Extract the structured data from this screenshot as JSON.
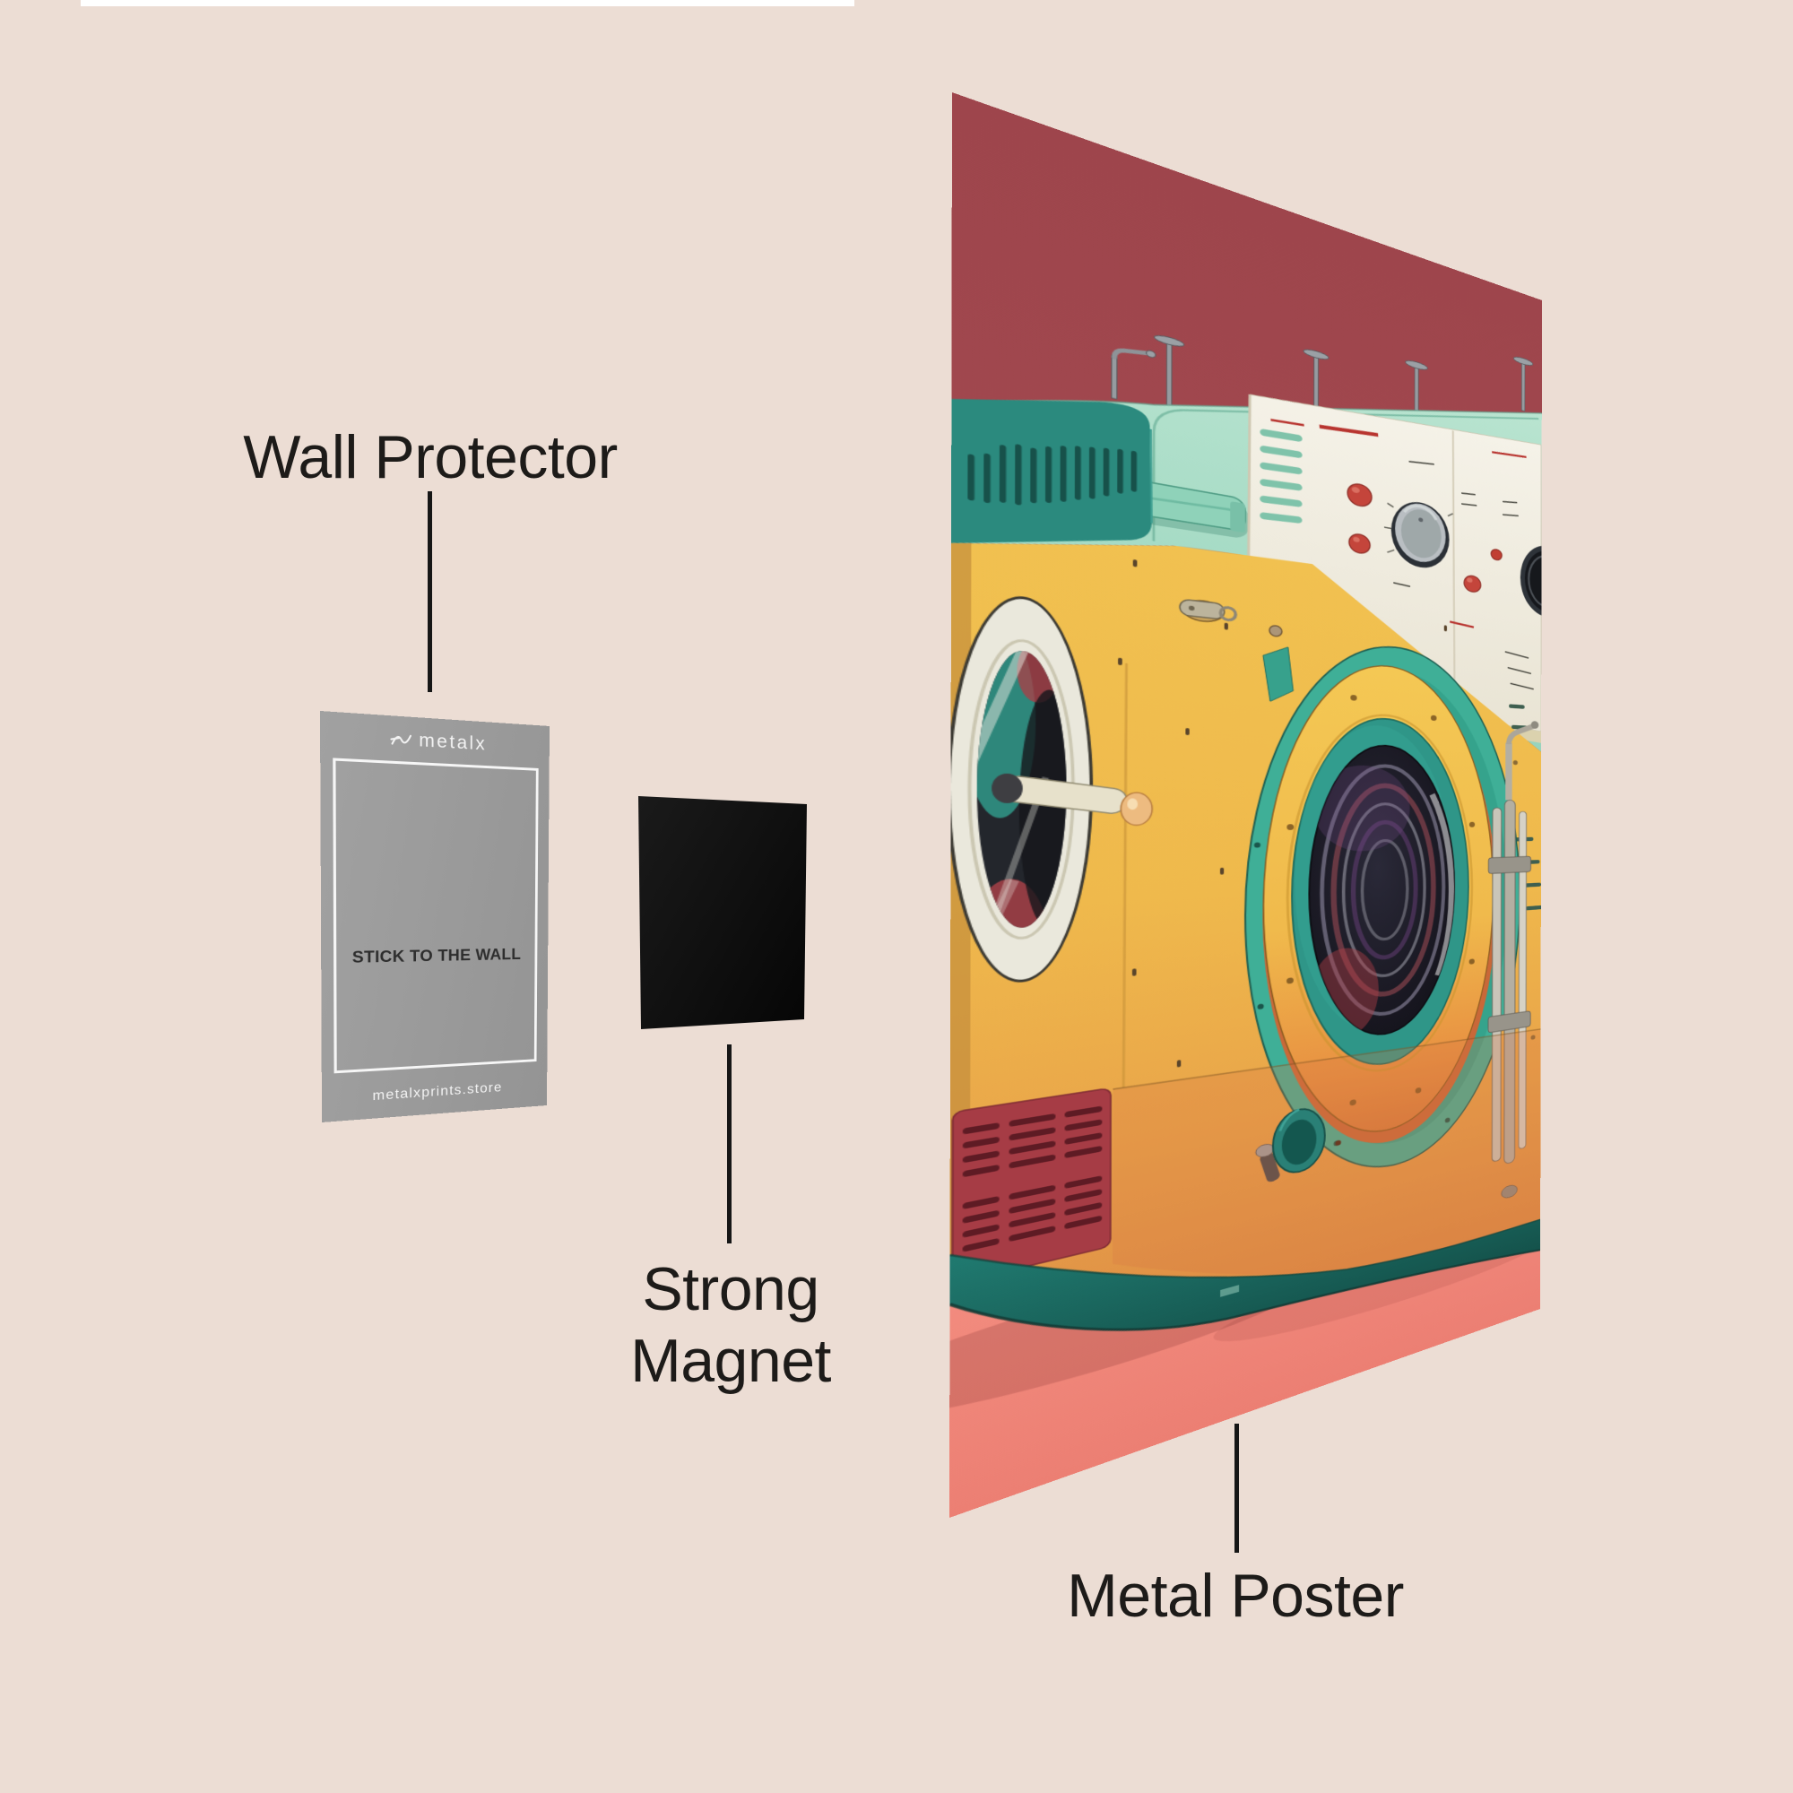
{
  "labels": {
    "wall_protector": "Wall Protector",
    "strong_magnet_line1": "Strong",
    "strong_magnet_line2": "Magnet",
    "metal_poster": "Metal Poster"
  },
  "wall_protector_card": {
    "brand": "metalx",
    "center_text": "STICK TO THE WALL",
    "footer_text": "metalxprints.store"
  },
  "colors": {
    "page_background": "#ECDDD4",
    "label_text": "#1D1B19",
    "card_gray": "#9B9B9B",
    "magnet_black": "#0B0B0B",
    "poster_wall_maroon": "#A34B51",
    "poster_floor_coral": "#EF8377",
    "machine_mint": "#A8DDC7",
    "machine_dark_teal": "#2B8A7E",
    "machine_yellow": "#F0BF4F",
    "machine_orange": "#DD8B45",
    "machine_panel_white": "#F1EEE3",
    "machine_vent_red": "#A63C45",
    "machine_base_teal": "#1C7168",
    "machine_button_red": "#C4453B"
  }
}
